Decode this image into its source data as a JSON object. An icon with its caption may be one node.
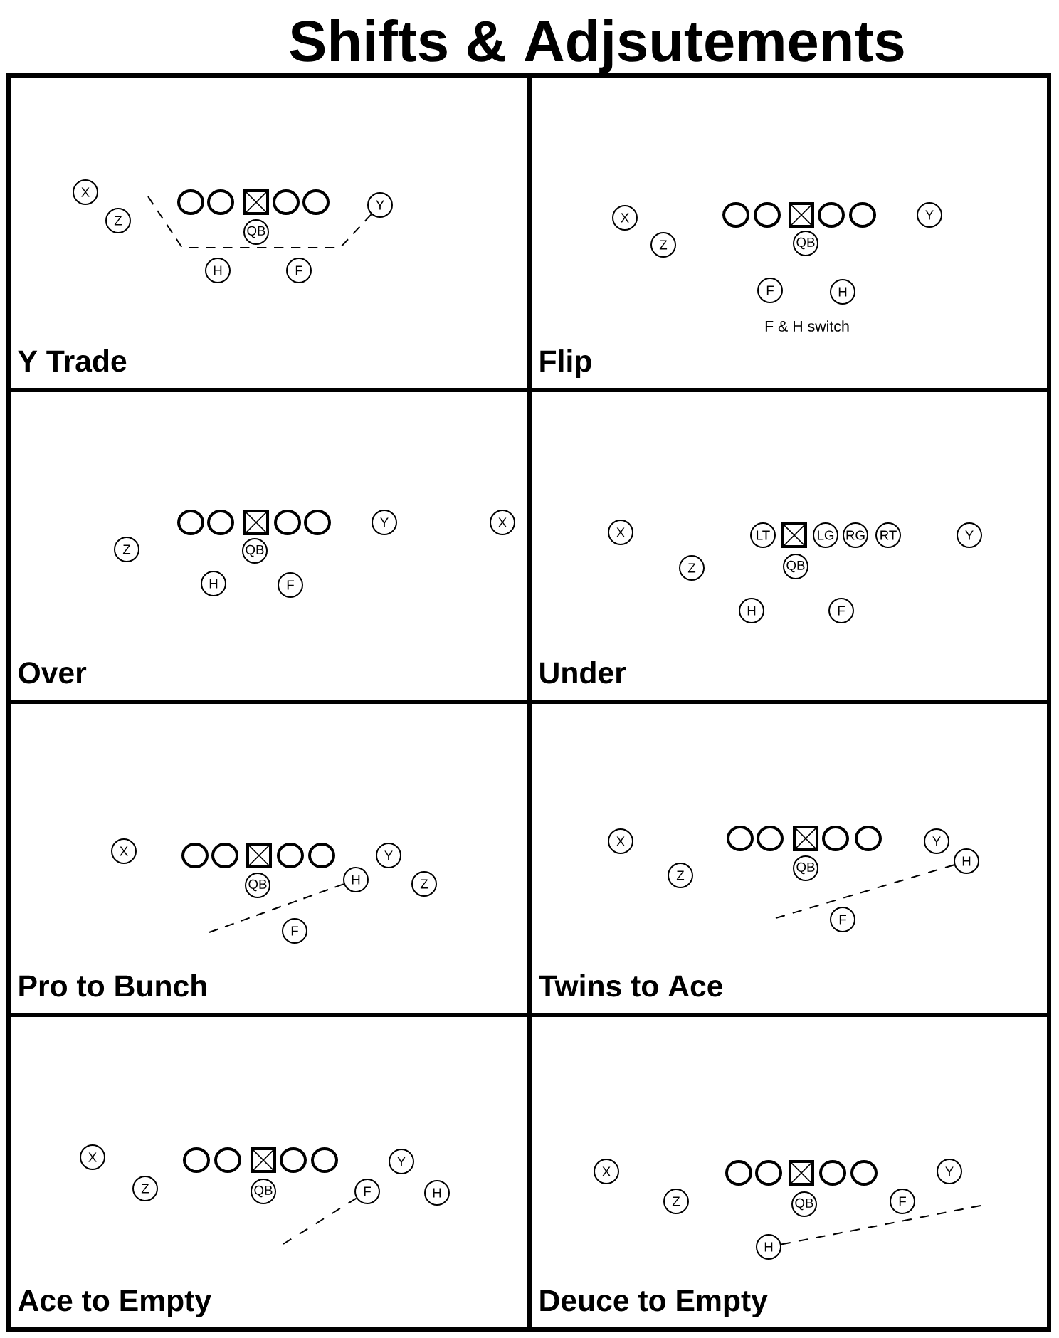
{
  "diagram": {
    "title": "Shifts & Adjsutements",
    "nodes": [
      {
        "text": [
          "Y Trade"
        ]
      },
      {
        "text": [
          "X"
        ],
        "in": 0
      },
      {
        "text": [
          "Z"
        ],
        "in": 0
      },
      {
        "text": [],
        "shape": "circle",
        "in": 0
      },
      {
        "text": [],
        "shape": "circle",
        "in": 0
      },
      {
        "text": [],
        "shape": "box",
        "in": 0
      },
      {
        "text": [],
        "shape": "circle",
        "in": 0
      },
      {
        "text": [],
        "shape": "circle",
        "in": 0
      },
      {
        "text": [
          "Y"
        ],
        "in": 0
      },
      {
        "text": [
          "QB"
        ],
        "in": 0
      },
      {
        "text": [
          "H"
        ],
        "in": 0
      },
      {
        "text": [
          "F"
        ],
        "in": 0
      },
      {
        "text": [
          "Flip"
        ]
      },
      {
        "text": [
          "X"
        ],
        "in": 12
      },
      {
        "text": [
          "Z"
        ],
        "in": 12
      },
      {
        "text": [],
        "shape": "circle",
        "in": 12
      },
      {
        "text": [],
        "shape": "circle",
        "in": 12
      },
      {
        "text": [],
        "shape": "box",
        "in": 12
      },
      {
        "text": [],
        "shape": "circle",
        "in": 12
      },
      {
        "text": [],
        "shape": "circle",
        "in": 12
      },
      {
        "text": [
          "Y"
        ],
        "in": 12
      },
      {
        "text": [
          "QB"
        ],
        "in": 12
      },
      {
        "text": [
          "F"
        ],
        "in": 12
      },
      {
        "text": [
          "H"
        ],
        "in": 12
      },
      {
        "text": [
          "Over"
        ]
      },
      {
        "text": [
          "Z"
        ],
        "in": 24
      },
      {
        "text": [],
        "shape": "circle",
        "in": 24
      },
      {
        "text": [],
        "shape": "circle",
        "in": 24
      },
      {
        "text": [],
        "shape": "box",
        "in": 24
      },
      {
        "text": [],
        "shape": "circle",
        "in": 24
      },
      {
        "text": [],
        "shape": "circle",
        "in": 24
      },
      {
        "text": [
          "Y"
        ],
        "in": 24
      },
      {
        "text": [
          "X"
        ],
        "in": 24
      },
      {
        "text": [
          "QB"
        ],
        "in": 24
      },
      {
        "text": [
          "H"
        ],
        "in": 24
      },
      {
        "text": [
          "F"
        ],
        "in": 24
      },
      {
        "text": [
          "Under"
        ]
      },
      {
        "text": [
          "X"
        ],
        "in": 36
      },
      {
        "text": [
          "LT"
        ],
        "in": 36
      },
      {
        "text": [],
        "shape": "box",
        "in": 36
      },
      {
        "text": [
          "LG"
        ],
        "in": 36
      },
      {
        "text": [
          "RG"
        ],
        "in": 36
      },
      {
        "text": [
          "RT"
        ],
        "in": 36
      },
      {
        "text": [
          "Y"
        ],
        "in": 36
      },
      {
        "text": [
          "Z"
        ],
        "in": 36
      },
      {
        "text": [
          "QB"
        ],
        "in": 36
      },
      {
        "text": [
          "H"
        ],
        "in": 36
      },
      {
        "text": [
          "F"
        ],
        "in": 36
      },
      {
        "text": [
          "Pro to Bunch"
        ]
      },
      {
        "text": [
          "X"
        ],
        "in": 48
      },
      {
        "text": [],
        "shape": "circle",
        "in": 48
      },
      {
        "text": [],
        "shape": "circle",
        "in": 48
      },
      {
        "text": [],
        "shape": "box",
        "in": 48
      },
      {
        "text": [],
        "shape": "circle",
        "in": 48
      },
      {
        "text": [],
        "shape": "circle",
        "in": 48
      },
      {
        "text": [
          "Y"
        ],
        "in": 48
      },
      {
        "text": [
          "QB"
        ],
        "in": 48
      },
      {
        "text": [
          "H"
        ],
        "in": 48
      },
      {
        "text": [
          "Z"
        ],
        "in": 48
      },
      {
        "text": [
          "F"
        ],
        "in": 48
      },
      {
        "text": [
          "Twins to Ace"
        ]
      },
      {
        "text": [
          "X"
        ],
        "in": 60
      },
      {
        "text": [],
        "shape": "circle",
        "in": 60
      },
      {
        "text": [],
        "shape": "circle",
        "in": 60
      },
      {
        "text": [],
        "shape": "box",
        "in": 60
      },
      {
        "text": [],
        "shape": "circle",
        "in": 60
      },
      {
        "text": [],
        "shape": "circle",
        "in": 60
      },
      {
        "text": [
          "Y"
        ],
        "in": 60
      },
      {
        "text": [
          "H"
        ],
        "in": 60
      },
      {
        "text": [
          "Z"
        ],
        "in": 60
      },
      {
        "text": [
          "QB"
        ],
        "in": 60
      },
      {
        "text": [
          "F"
        ],
        "in": 60
      },
      {
        "text": [
          "Ace to Empty"
        ]
      },
      {
        "text": [
          "X"
        ],
        "in": 72
      },
      {
        "text": [
          "Z"
        ],
        "in": 72
      },
      {
        "text": [],
        "shape": "circle",
        "in": 72
      },
      {
        "text": [],
        "shape": "circle",
        "in": 72
      },
      {
        "text": [],
        "shape": "box",
        "in": 72
      },
      {
        "text": [],
        "shape": "circle",
        "in": 72
      },
      {
        "text": [],
        "shape": "circle",
        "in": 72
      },
      {
        "text": [
          "Y"
        ],
        "in": 72
      },
      {
        "text": [
          "QB"
        ],
        "in": 72
      },
      {
        "text": [
          "F"
        ],
        "in": 72
      },
      {
        "text": [
          "H"
        ],
        "in": 72
      },
      {
        "text": [
          "Deuce to Empty"
        ]
      },
      {
        "text": [
          "X"
        ],
        "in": 84
      },
      {
        "text": [],
        "shape": "circle",
        "in": 84
      },
      {
        "text": [],
        "shape": "circle",
        "in": 84
      },
      {
        "text": [],
        "shape": "box",
        "in": 84
      },
      {
        "text": [],
        "shape": "circle",
        "in": 84
      },
      {
        "text": [],
        "shape": "circle",
        "in": 84
      },
      {
        "text": [
          "Y"
        ],
        "in": 84
      },
      {
        "text": [
          "Z"
        ],
        "in": 84
      },
      {
        "text": [
          "QB"
        ],
        "in": 84
      },
      {
        "text": [
          "F"
        ],
        "in": 84
      },
      {
        "text": [
          "H"
        ],
        "in": 84
      }
    ],
    "edges": [
      {
        "from": 8,
        "to": null,
        "arrow": "none",
        "style": "dashed"
      },
      {
        "from": 57,
        "to": null,
        "arrow": "none",
        "style": "dashed"
      },
      {
        "from": 68,
        "to": null,
        "arrow": "none",
        "style": "dashed"
      },
      {
        "from": 82,
        "to": null,
        "arrow": "none",
        "style": "dashed"
      },
      {
        "from": 95,
        "to": null,
        "arrow": "none",
        "style": "dashed"
      }
    ],
    "labels": [
      "F & H switch"
    ]
  }
}
